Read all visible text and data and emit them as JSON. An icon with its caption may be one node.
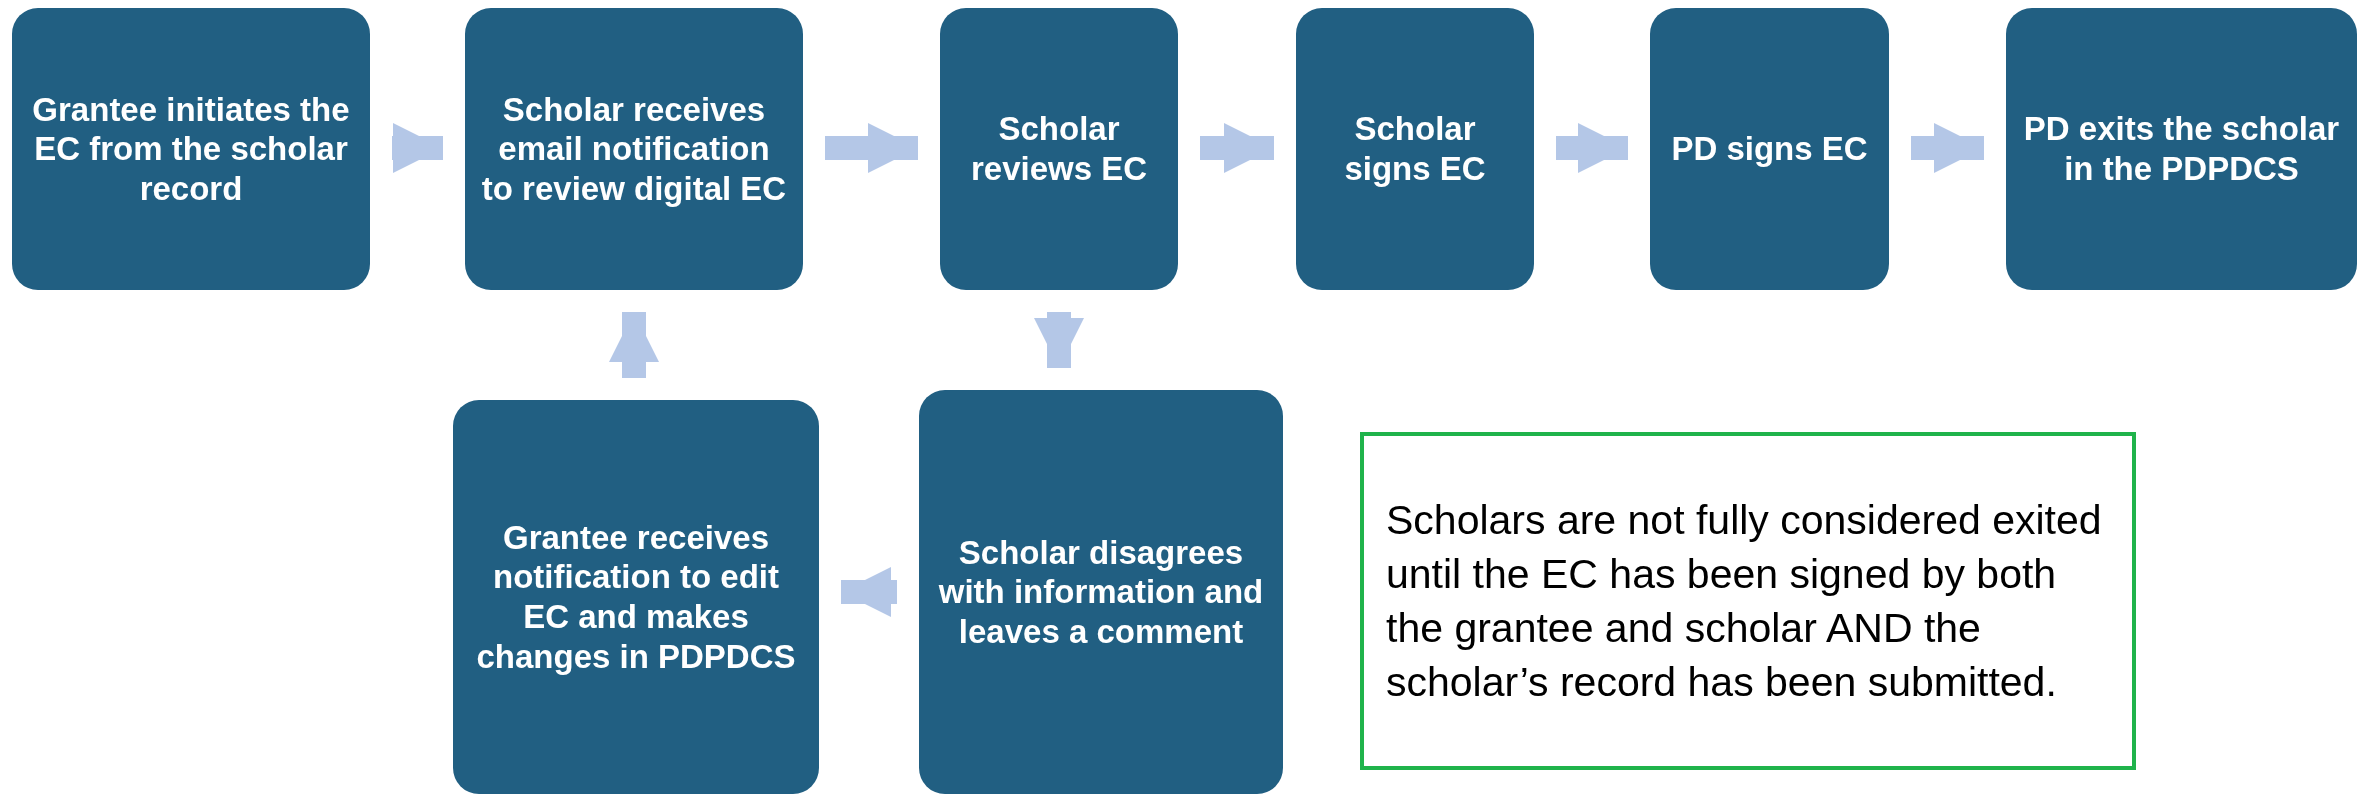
{
  "diagram": {
    "nodes": [
      {
        "text": [
          "Grantee initiates the EC from the scholar record"
        ]
      },
      {
        "text": [
          "Scholar receives email notification to review digital EC"
        ]
      },
      {
        "text": [
          "Scholar reviews EC"
        ]
      },
      {
        "text": [
          "Scholar signs EC"
        ]
      },
      {
        "text": [
          "PD signs EC"
        ]
      },
      {
        "text": [
          "PD exits the scholar in the PDPDCS"
        ]
      },
      {
        "text": [
          "Scholar disagrees with information and leaves a comment"
        ]
      },
      {
        "text": [
          "Grantee receives notification to edit EC and makes changes in PDPDCS"
        ]
      },
      {
        "text": [
          "Scholars are not fully considered exited until the EC has been signed by both the grantee and scholar AND the scholar’s record has been submitted."
        ]
      }
    ],
    "edges": [
      {
        "from": 0,
        "to": 1,
        "arrow": "to"
      },
      {
        "from": 1,
        "to": 2,
        "arrow": "to"
      },
      {
        "from": 2,
        "to": 3,
        "arrow": "to"
      },
      {
        "from": 3,
        "to": 4,
        "arrow": "to"
      },
      {
        "from": 4,
        "to": 5,
        "arrow": "to"
      },
      {
        "from": 2,
        "to": 6,
        "arrow": "to"
      },
      {
        "from": 6,
        "to": 7,
        "arrow": "to"
      },
      {
        "from": 7,
        "to": 1,
        "arrow": "to"
      }
    ]
  }
}
